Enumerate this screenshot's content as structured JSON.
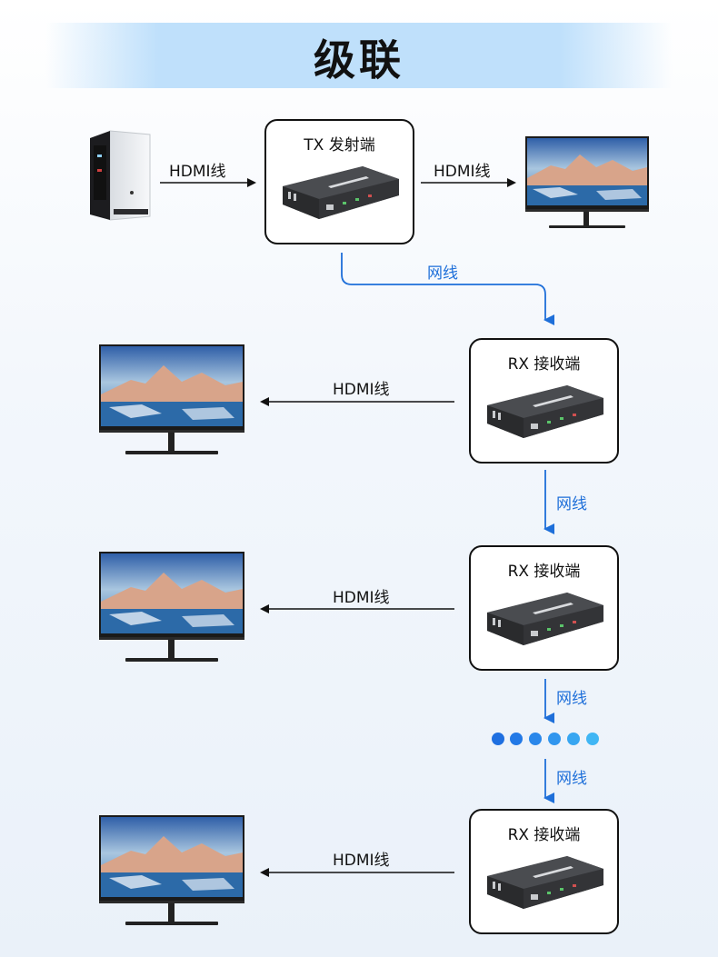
{
  "title": "级联",
  "tx": {
    "label": "TX 发射端"
  },
  "rx": [
    {
      "label": "RX 接收端"
    },
    {
      "label": "RX 接收端"
    },
    {
      "label": "RX 接收端"
    }
  ],
  "cables": {
    "hdmi": "HDMI线",
    "network": "网线"
  },
  "colors": {
    "accent_blue": "#1e6fd9",
    "title_band": "#bfe0fb"
  },
  "icons": [
    "pc-tower-icon",
    "monitor-icon",
    "hdmi-extender-icon",
    "dots-ellipsis-icon"
  ]
}
